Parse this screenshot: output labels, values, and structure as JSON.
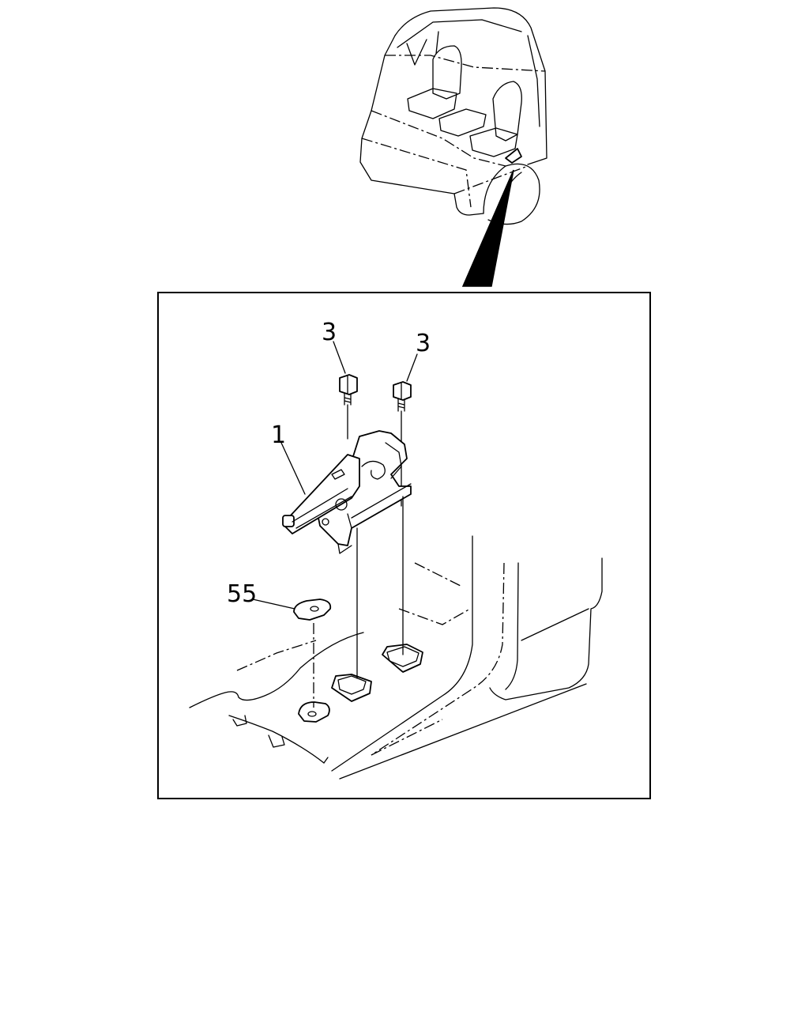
{
  "callouts": {
    "bolt_left": "3",
    "bolt_right": "3",
    "lever": "1",
    "grommet": "55"
  },
  "colors": {
    "line": "#000000",
    "background": "#ffffff"
  }
}
